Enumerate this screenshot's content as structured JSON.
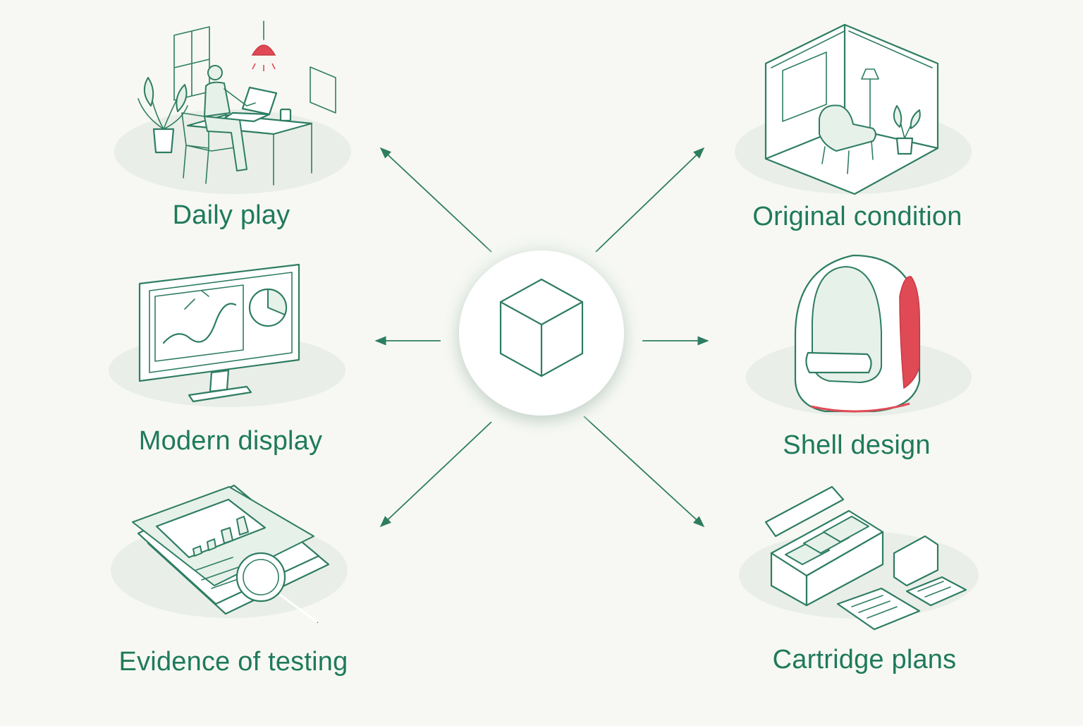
{
  "center": {
    "icon": "cube-icon"
  },
  "nodes": [
    {
      "id": "daily-play",
      "label": "Daily play",
      "icon": "person-at-desk-icon"
    },
    {
      "id": "original-condition",
      "label": "Original condition",
      "icon": "isometric-room-icon"
    },
    {
      "id": "modern-display",
      "label": "Modern display",
      "icon": "monitor-chart-icon"
    },
    {
      "id": "shell-design",
      "label": "Shell design",
      "icon": "pod-shell-icon"
    },
    {
      "id": "evidence-of-testing",
      "label": "Evidence of testing",
      "icon": "documents-magnifier-icon"
    },
    {
      "id": "cartridge-plans",
      "label": "Cartridge plans",
      "icon": "cartridge-box-icon"
    }
  ],
  "colors": {
    "primary": "#1f7a5c",
    "line": "#2e7d62",
    "accent": "#e04a55",
    "background": "#f7f8f4",
    "tint": "#e6f1ea"
  }
}
